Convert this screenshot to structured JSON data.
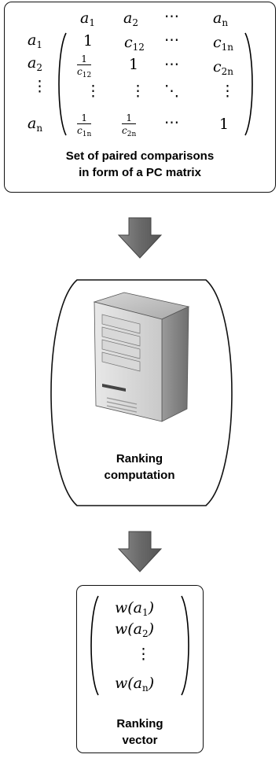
{
  "matrix_box": {
    "col_headers": [
      {
        "base": "a",
        "sub": "1"
      },
      {
        "base": "a",
        "sub": "2"
      },
      {
        "base": "⋯",
        "sub": ""
      },
      {
        "base": "a",
        "sub": "n"
      }
    ],
    "row_headers": [
      {
        "base": "a",
        "sub": "1"
      },
      {
        "base": "a",
        "sub": "2"
      },
      {
        "base": "⋮",
        "sub": ""
      },
      {
        "base": "a",
        "sub": "n"
      }
    ],
    "cells": {
      "r1": [
        "1",
        "c12",
        "⋯",
        "c1n"
      ],
      "r2": [
        "1/c12",
        "1",
        "⋯",
        "c2n"
      ],
      "r3": [
        "⋮",
        "⋮",
        "⋱",
        "⋮"
      ],
      "r4": [
        "1/c1n",
        "1/c2n",
        "⋯",
        "1"
      ]
    },
    "caption_line1": "Set of paired comparisons",
    "caption_line2": "in form of a PC matrix"
  },
  "computation_box": {
    "icon": "server-icon",
    "caption_line1": "Ranking",
    "caption_line2": "computation"
  },
  "vector_box": {
    "entries": [
      "w(a1)",
      "w(a2)",
      "⋮",
      "w(an)"
    ],
    "caption_line1": "Ranking",
    "caption_line2": "vector"
  },
  "arrows": {
    "count": 2,
    "color": "#6e6e6e"
  }
}
